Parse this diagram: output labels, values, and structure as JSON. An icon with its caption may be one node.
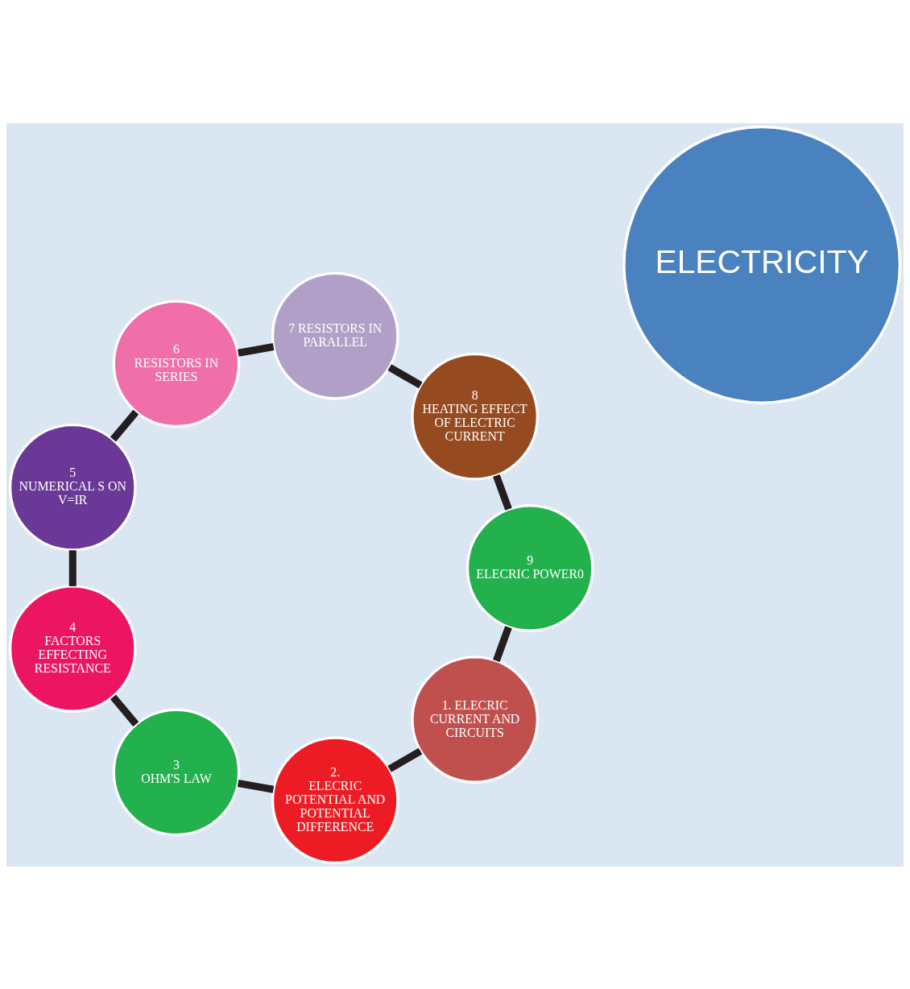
{
  "diagram": {
    "nodes": [
      {
        "text": [
          "ELECTRICITY"
        ]
      },
      {
        "text": [
          "1. ELECRIC CURRENT AND CIRCUITS"
        ]
      },
      {
        "text": [
          "2.",
          "ELECRIC POTENTIAL AND POTENTIAL DIFFERENCE"
        ]
      },
      {
        "text": [
          "3",
          "OHM'S LAW"
        ]
      },
      {
        "text": [
          "4",
          "FACTORS EFFECTING RESISTANCE"
        ]
      },
      {
        "text": [
          "5",
          "NUMERICAL S ON V=IR"
        ]
      },
      {
        "text": [
          "6",
          "RESISTORS IN SERIES"
        ]
      },
      {
        "text": [
          "7 RESISTORS IN PARALLEL"
        ]
      },
      {
        "text": [
          "8",
          "HEATING EFFECT OF ELECTRIC CURRENT"
        ]
      },
      {
        "text": [
          "9",
          "ELECRIC POWER0"
        ]
      }
    ],
    "edges": [
      {
        "from": 1,
        "to": 2,
        "arrow": "none"
      },
      {
        "from": 2,
        "to": 3,
        "arrow": "none"
      },
      {
        "from": 3,
        "to": 4,
        "arrow": "none"
      },
      {
        "from": 4,
        "to": 5,
        "arrow": "none"
      },
      {
        "from": 5,
        "to": 6,
        "arrow": "none"
      },
      {
        "from": 6,
        "to": 7,
        "arrow": "none"
      },
      {
        "from": 7,
        "to": 8,
        "arrow": "none"
      },
      {
        "from": 8,
        "to": 9,
        "arrow": "none"
      },
      {
        "from": 9,
        "to": 1,
        "arrow": "none"
      }
    ]
  }
}
